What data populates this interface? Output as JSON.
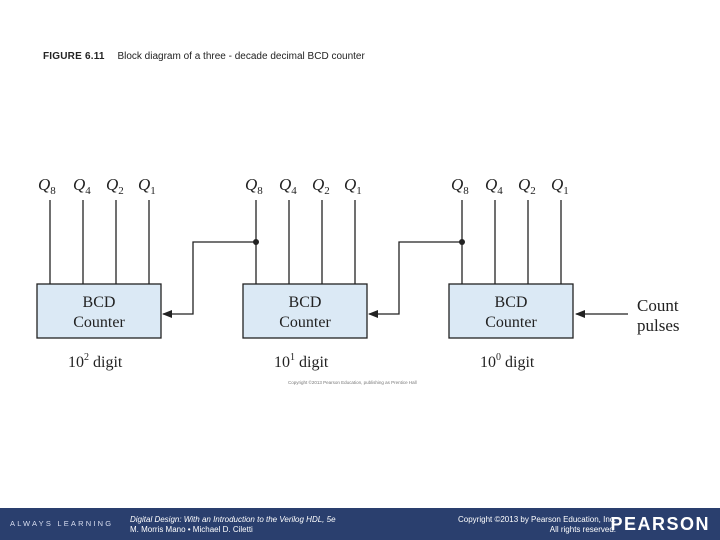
{
  "caption": {
    "figure": "FIGURE 6.11",
    "text": "Block diagram of a three - decade decimal BCD counter"
  },
  "q_labels": [
    "Q",
    "Q",
    "Q",
    "Q"
  ],
  "q_subscripts": [
    "8",
    "4",
    "2",
    "1"
  ],
  "blocks": [
    {
      "line1": "BCD",
      "line2": "Counter",
      "digit_base": "10",
      "digit_exp": "2",
      "digit_word": " digit"
    },
    {
      "line1": "BCD",
      "line2": "Counter",
      "digit_base": "10",
      "digit_exp": "1",
      "digit_word": " digit"
    },
    {
      "line1": "BCD",
      "line2": "Counter",
      "digit_base": "10",
      "digit_exp": "0",
      "digit_word": " digit"
    }
  ],
  "input": {
    "line1": "Count",
    "line2": "pulses"
  },
  "inner_copyright": "Copyright ©2013 Pearson Education, publishing as Prentice Hall",
  "footer": {
    "always_learning": "ALWAYS LEARNING",
    "book_title": "Digital Design: With an Introduction to the Verilog HDL, 5e",
    "book_authors": "M. Morris Mano • Michael D. Ciletti",
    "copyright_line1": "Copyright ©2013 by Pearson Education, Inc.",
    "copyright_line2": "All rights reserved.",
    "logo": "PEARSON"
  },
  "colors": {
    "box_fill": "#dbe9f5",
    "line": "#222222",
    "footer_bg": "#2a3f6e"
  }
}
